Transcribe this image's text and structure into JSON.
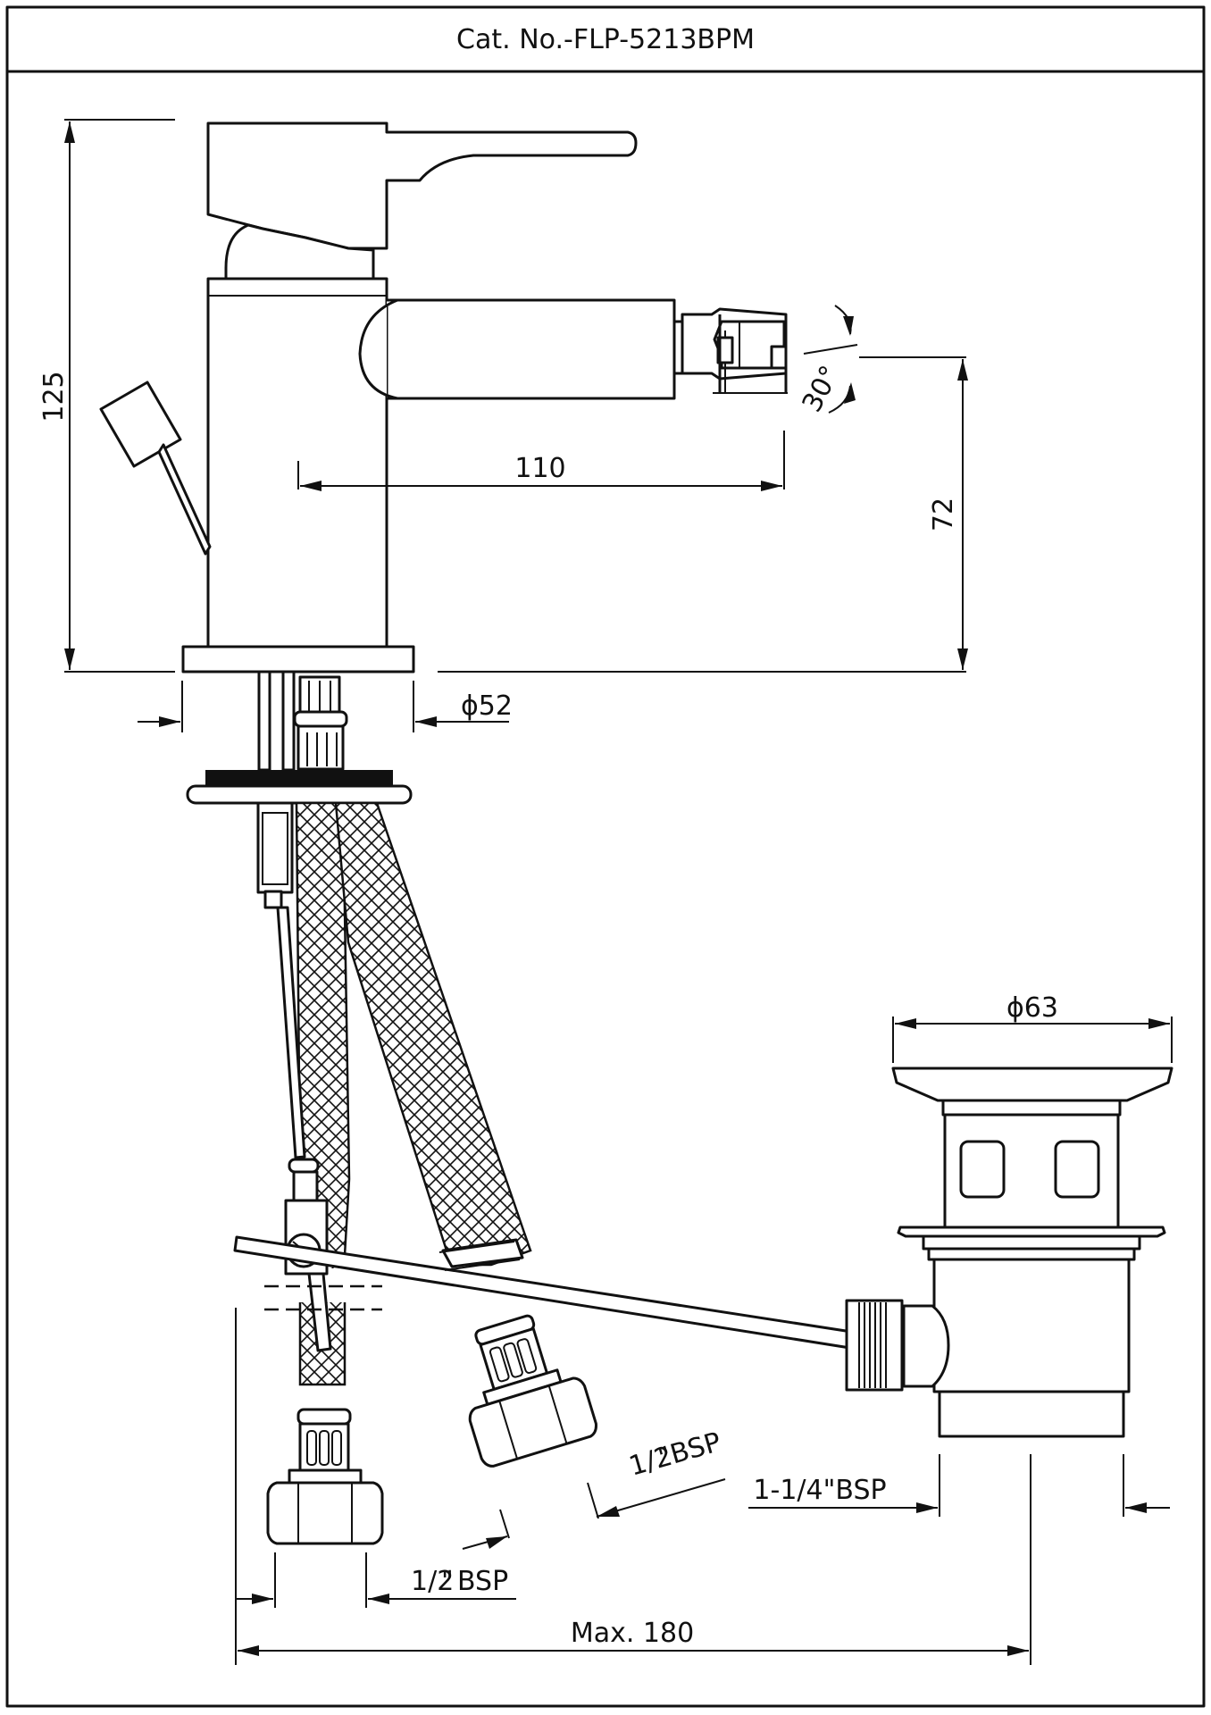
{
  "drawing": {
    "catalog_number": "Cat. No.-FLP-5213BPM"
  },
  "dimensions": {
    "height_overall": "125",
    "spout_reach": "110",
    "spout_height": "72",
    "angle": "30°",
    "base_diameter": "ϕ52",
    "waste_diameter": "ϕ63",
    "hose_connection_right": "BSP",
    "hose_connection_left": "BSP",
    "half_fraction": "1/2",
    "inch_mark": "\"",
    "waste_thread": "1-1/4\"BSP",
    "max_width": "Max. 180"
  }
}
